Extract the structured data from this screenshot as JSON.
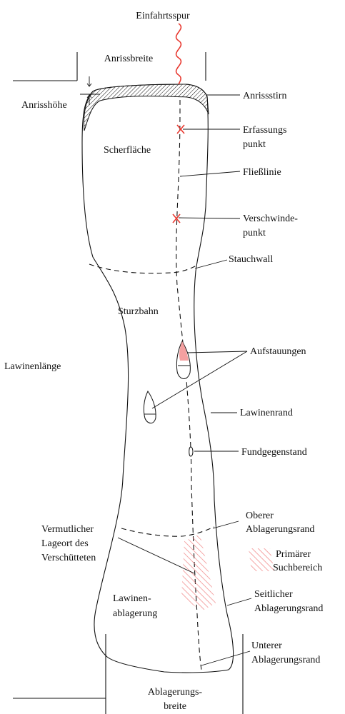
{
  "labels": {
    "einfahrtsspur": "Einfahrtsspur",
    "anrissbreite": "Anrissbreite",
    "anrisshoehe": "Anrisshöhe",
    "anrissstirn": "Anrissstirn",
    "erfassungspunkt_1": "Erfassungs",
    "erfassungspunkt_2": "punkt",
    "scherflaeche": "Scherfläche",
    "fliesslinie": "Fließlinie",
    "verschwindepunkt_1": "Verschwinde-",
    "verschwindepunkt_2": "punkt",
    "stauchwall": "Stauchwall",
    "sturzbahn": "Sturzbahn",
    "aufstauungen": "Aufstauungen",
    "lawinenlaenge": "Lawinenlänge",
    "lawinenrand": "Lawinenrand",
    "fundgegenstand": "Fundgegenstand",
    "oberer_1": "Oberer",
    "oberer_2": "Ablagerungsrand",
    "vermutlicher_1": "Vermutlicher",
    "vermutlicher_2": "Lageort des",
    "vermutlicher_3": "Verschütteten",
    "primaerer_1": "Primärer",
    "primaerer_2": "Suchbereich",
    "lawinenablagerung_1": "Lawinen-",
    "lawinenablagerung_2": "ablagerung",
    "seitlicher_1": "Seitlicher",
    "seitlicher_2": "Ablagerungsrand",
    "unterer_1": "Unterer",
    "unterer_2": "Ablagerungsrand",
    "ablagerungsbreite_1": "Ablagerungs-",
    "ablagerungsbreite_2": "breite"
  },
  "colors": {
    "trail": "#e8382f",
    "marker": "#e8382f",
    "hatch": "#f08080",
    "outline": "#111111"
  }
}
